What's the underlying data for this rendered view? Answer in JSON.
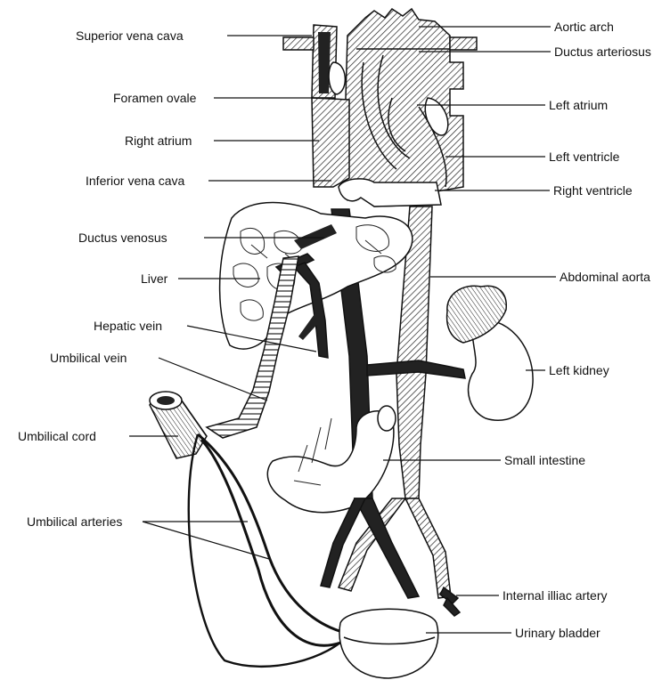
{
  "labels_left": {
    "superior_vena_cava": "Superior vena cava",
    "foramen_ovale": "Foramen ovale",
    "right_atrium": "Right atrium",
    "inferior_vena_cava": "Inferior vena cava",
    "ductus_venosus": "Ductus venosus",
    "liver": "Liver",
    "hepatic_vein": "Hepatic vein",
    "umbilical_vein": "Umbilical vein",
    "umbilical_cord": "Umbilical cord",
    "umbilical_arteries": "Umbilical arteries"
  },
  "labels_right": {
    "aortic_arch": "Aortic arch",
    "ductus_arteriosus": "Ductus arteriosus",
    "left_atrium": "Left atrium",
    "left_ventricle": "Left ventricle",
    "right_ventricle": "Right ventricle",
    "abdominal_aorta": "Abdominal aorta",
    "left_kidney": "Left kidney",
    "small_intestine": "Small intestine",
    "internal_iliac_artery": "Internal illiac artery",
    "urinary_bladder": "Urinary bladder"
  }
}
